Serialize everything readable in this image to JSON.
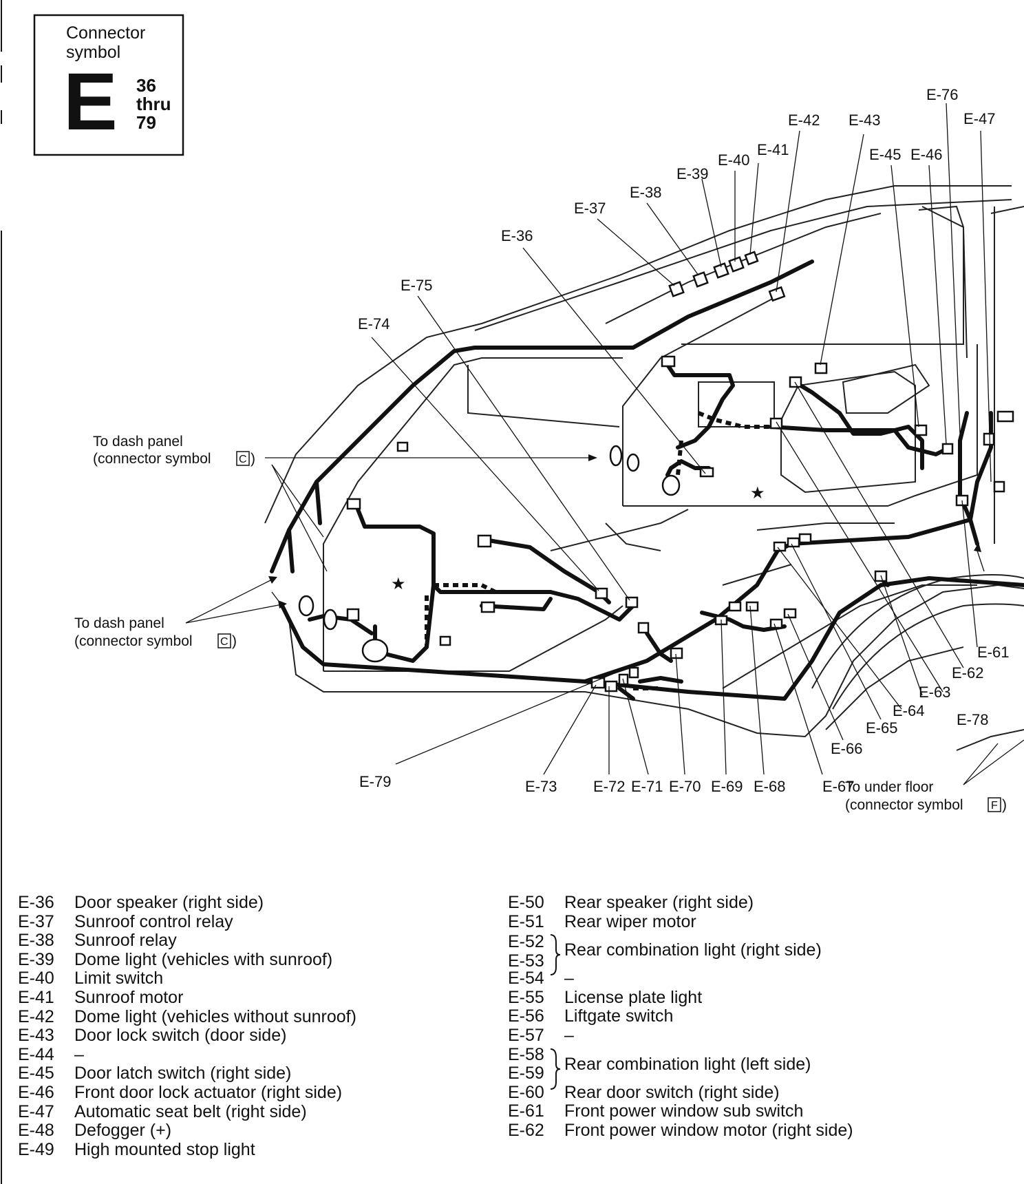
{
  "connector_box": {
    "title_line1": "Connector",
    "title_line2": "symbol",
    "letter": "E",
    "range_start": "36",
    "range_mid": "thru",
    "range_end": "79"
  },
  "notes": {
    "dash_panel_1_line1": "To dash panel",
    "dash_panel_1_line2": "(connector symbol",
    "dash_panel_1_symbol": "C",
    "dash_panel_2_line1": "To dash panel",
    "dash_panel_2_line2": "(connector symbol",
    "dash_panel_2_symbol": "C",
    "under_floor_line1": "To under floor",
    "under_floor_line2": "(connector symbol",
    "under_floor_symbol": "F"
  },
  "diagram_labels": {
    "e36": "E-36",
    "e37": "E-37",
    "e38": "E-38",
    "e39": "E-39",
    "e40": "E-40",
    "e41": "E-41",
    "e42": "E-42",
    "e43": "E-43",
    "e45": "E-45",
    "e46": "E-46",
    "e47": "E-47",
    "e61": "E-61",
    "e62": "E-62",
    "e63": "E-63",
    "e64": "E-64",
    "e65": "E-65",
    "e66": "E-66",
    "e67": "E-67",
    "e68": "E-68",
    "e69": "E-69",
    "e70": "E-70",
    "e71": "E-71",
    "e72": "E-72",
    "e73": "E-73",
    "e74": "E-74",
    "e75": "E-75",
    "e76": "E-76",
    "e78": "E-78",
    "e79": "E-79"
  },
  "legend_left": [
    {
      "code": "E-36",
      "desc": "Door speaker (right side)"
    },
    {
      "code": "E-37",
      "desc": "Sunroof control relay"
    },
    {
      "code": "E-38",
      "desc": "Sunroof relay"
    },
    {
      "code": "E-39",
      "desc": "Dome light (vehicles with sunroof)"
    },
    {
      "code": "E-40",
      "desc": "Limit switch"
    },
    {
      "code": "E-41",
      "desc": "Sunroof motor"
    },
    {
      "code": "E-42",
      "desc": "Dome light (vehicles without sunroof)"
    },
    {
      "code": "E-43",
      "desc": "Door lock switch (door side)"
    },
    {
      "code": "E-44",
      "desc": "–"
    },
    {
      "code": "E-45",
      "desc": "Door latch switch (right side)"
    },
    {
      "code": "E-46",
      "desc": "Front door lock actuator (right side)"
    },
    {
      "code": "E-47",
      "desc": "Automatic seat belt (right side)"
    },
    {
      "code": "E-48",
      "desc": "Defogger (+)"
    },
    {
      "code": "E-49",
      "desc": "High mounted stop light"
    }
  ],
  "legend_right": {
    "e50": {
      "code": "E-50",
      "desc": "Rear speaker (right side)"
    },
    "e51": {
      "code": "E-51",
      "desc": "Rear wiper motor"
    },
    "e52": {
      "code": "E-52"
    },
    "e53": {
      "code": "E-53"
    },
    "e52_53_desc": "Rear combination light (right side)",
    "e54": {
      "code": "E-54",
      "desc": "–"
    },
    "e55": {
      "code": "E-55",
      "desc": "License plate light"
    },
    "e56": {
      "code": "E-56",
      "desc": "Liftgate switch"
    },
    "e57": {
      "code": "E-57",
      "desc": "–"
    },
    "e58": {
      "code": "E-58"
    },
    "e59": {
      "code": "E-59"
    },
    "e58_59_desc": "Rear combination light (left side)",
    "e60": {
      "code": "E-60",
      "desc": "Rear door switch (right side)"
    },
    "e61": {
      "code": "E-61",
      "desc": "Front power window sub switch"
    },
    "e62": {
      "code": "E-62",
      "desc": "Front power window motor (right side)"
    }
  }
}
